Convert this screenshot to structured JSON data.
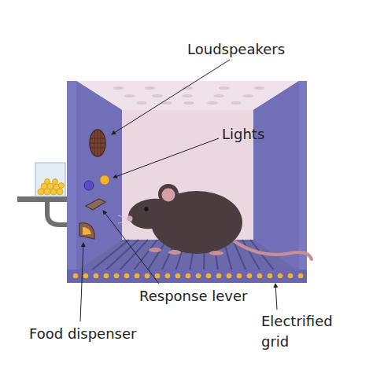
{
  "diagram": {
    "labels": [
      "Loudspeakers",
      "Lights",
      "Response lever",
      "Food dispenser",
      "Electrified grid"
    ]
  }
}
